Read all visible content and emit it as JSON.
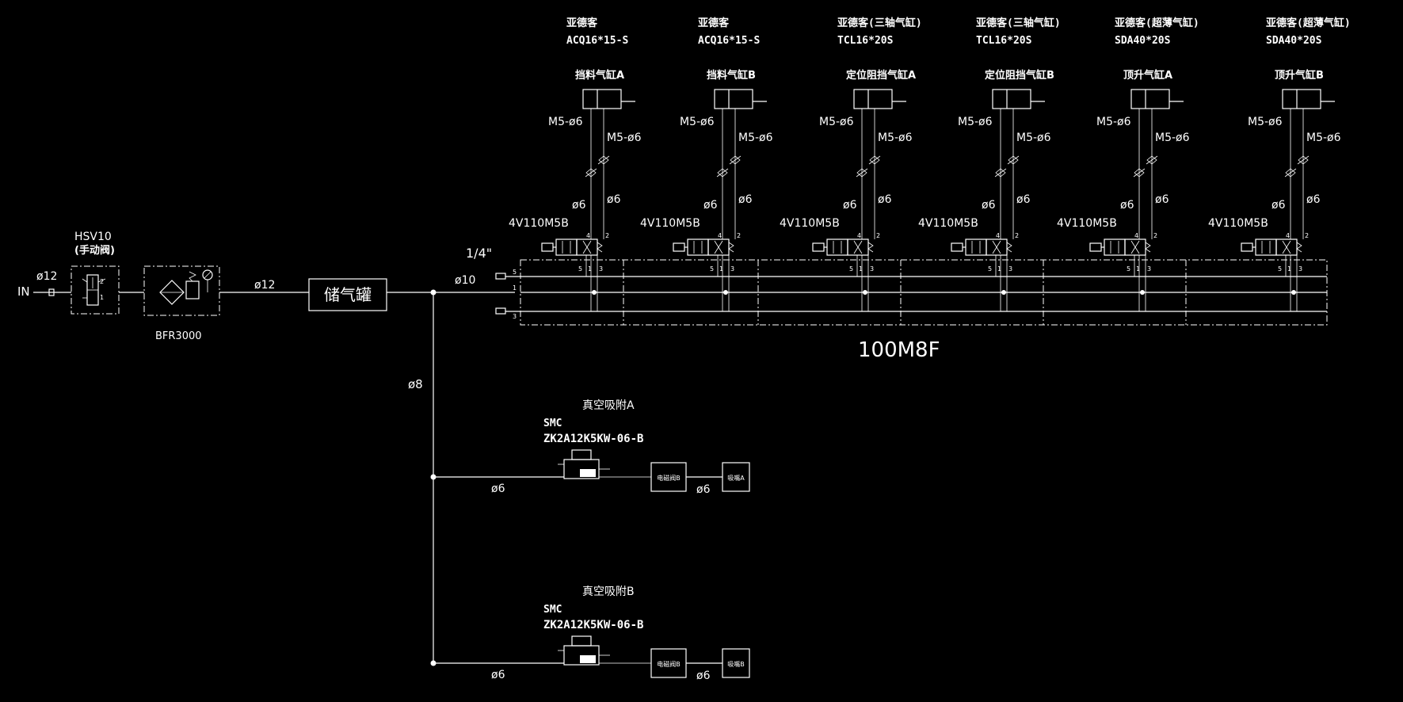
{
  "inlet": {
    "label": "IN",
    "pipe_in": "ø12"
  },
  "manual_valve": {
    "model": "HSV10",
    "note": "(手动阀)"
  },
  "frl": {
    "model": "BFR3000",
    "pipe_out": "ø12"
  },
  "tank": {
    "label": "储气罐"
  },
  "manifold": {
    "label": "100M8F",
    "port": "1/4\"",
    "supply_pipe": "ø10"
  },
  "branch": {
    "pipe": "ø8"
  },
  "actuators": [
    {
      "brand": "亚德客",
      "model": "ACQ16*15-S",
      "name": "挡料气缸A",
      "fit_a": "M5-ø6",
      "fit_b": "M5-ø6",
      "pipe_a": "ø6",
      "pipe_b": "ø6",
      "valve": "4V110M5B"
    },
    {
      "brand": "亚德客",
      "model": "ACQ16*15-S",
      "name": "挡料气缸B",
      "fit_a": "M5-ø6",
      "fit_b": "M5-ø6",
      "pipe_a": "ø6",
      "pipe_b": "ø6",
      "valve": "4V110M5B"
    },
    {
      "brand": "亚德客(三轴气缸)",
      "model": "TCL16*20S",
      "name": "定位阻挡气缸A",
      "fit_a": "M5-ø6",
      "fit_b": "M5-ø6",
      "pipe_a": "ø6",
      "pipe_b": "ø6",
      "valve": "4V110M5B"
    },
    {
      "brand": "亚德客(三轴气缸)",
      "model": "TCL16*20S",
      "name": "定位阻挡气缸B",
      "fit_a": "M5-ø6",
      "fit_b": "M5-ø6",
      "pipe_a": "ø6",
      "pipe_b": "ø6",
      "valve": "4V110M5B"
    },
    {
      "brand": "亚德客(超薄气缸)",
      "model": "SDA40*20S",
      "name": "顶升气缸A",
      "fit_a": "M5-ø6",
      "fit_b": "M5-ø6",
      "pipe_a": "ø6",
      "pipe_b": "ø6",
      "valve": "4V110M5B"
    },
    {
      "brand": "亚德客(超薄气缸)",
      "model": "SDA40*20S",
      "name": "顶升气缸B",
      "fit_a": "M5-ø6",
      "fit_b": "M5-ø6",
      "pipe_a": "ø6",
      "pipe_b": "ø6",
      "valve": "4V110M5B"
    }
  ],
  "vacuum": [
    {
      "title": "真空吸附A",
      "brand": "SMC",
      "model": "ZK2A12K5KW-06-B",
      "pipe_in": "ø6",
      "box1": "电磁阀B",
      "box2": "吸嘴A",
      "pipe_out": "ø6"
    },
    {
      "title": "真空吸附B",
      "brand": "SMC",
      "model": "ZK2A12K5KW-06-B",
      "pipe_in": "ø6",
      "box1": "电磁阀B",
      "box2": "吸嘴B",
      "pipe_out": "ø6"
    }
  ]
}
